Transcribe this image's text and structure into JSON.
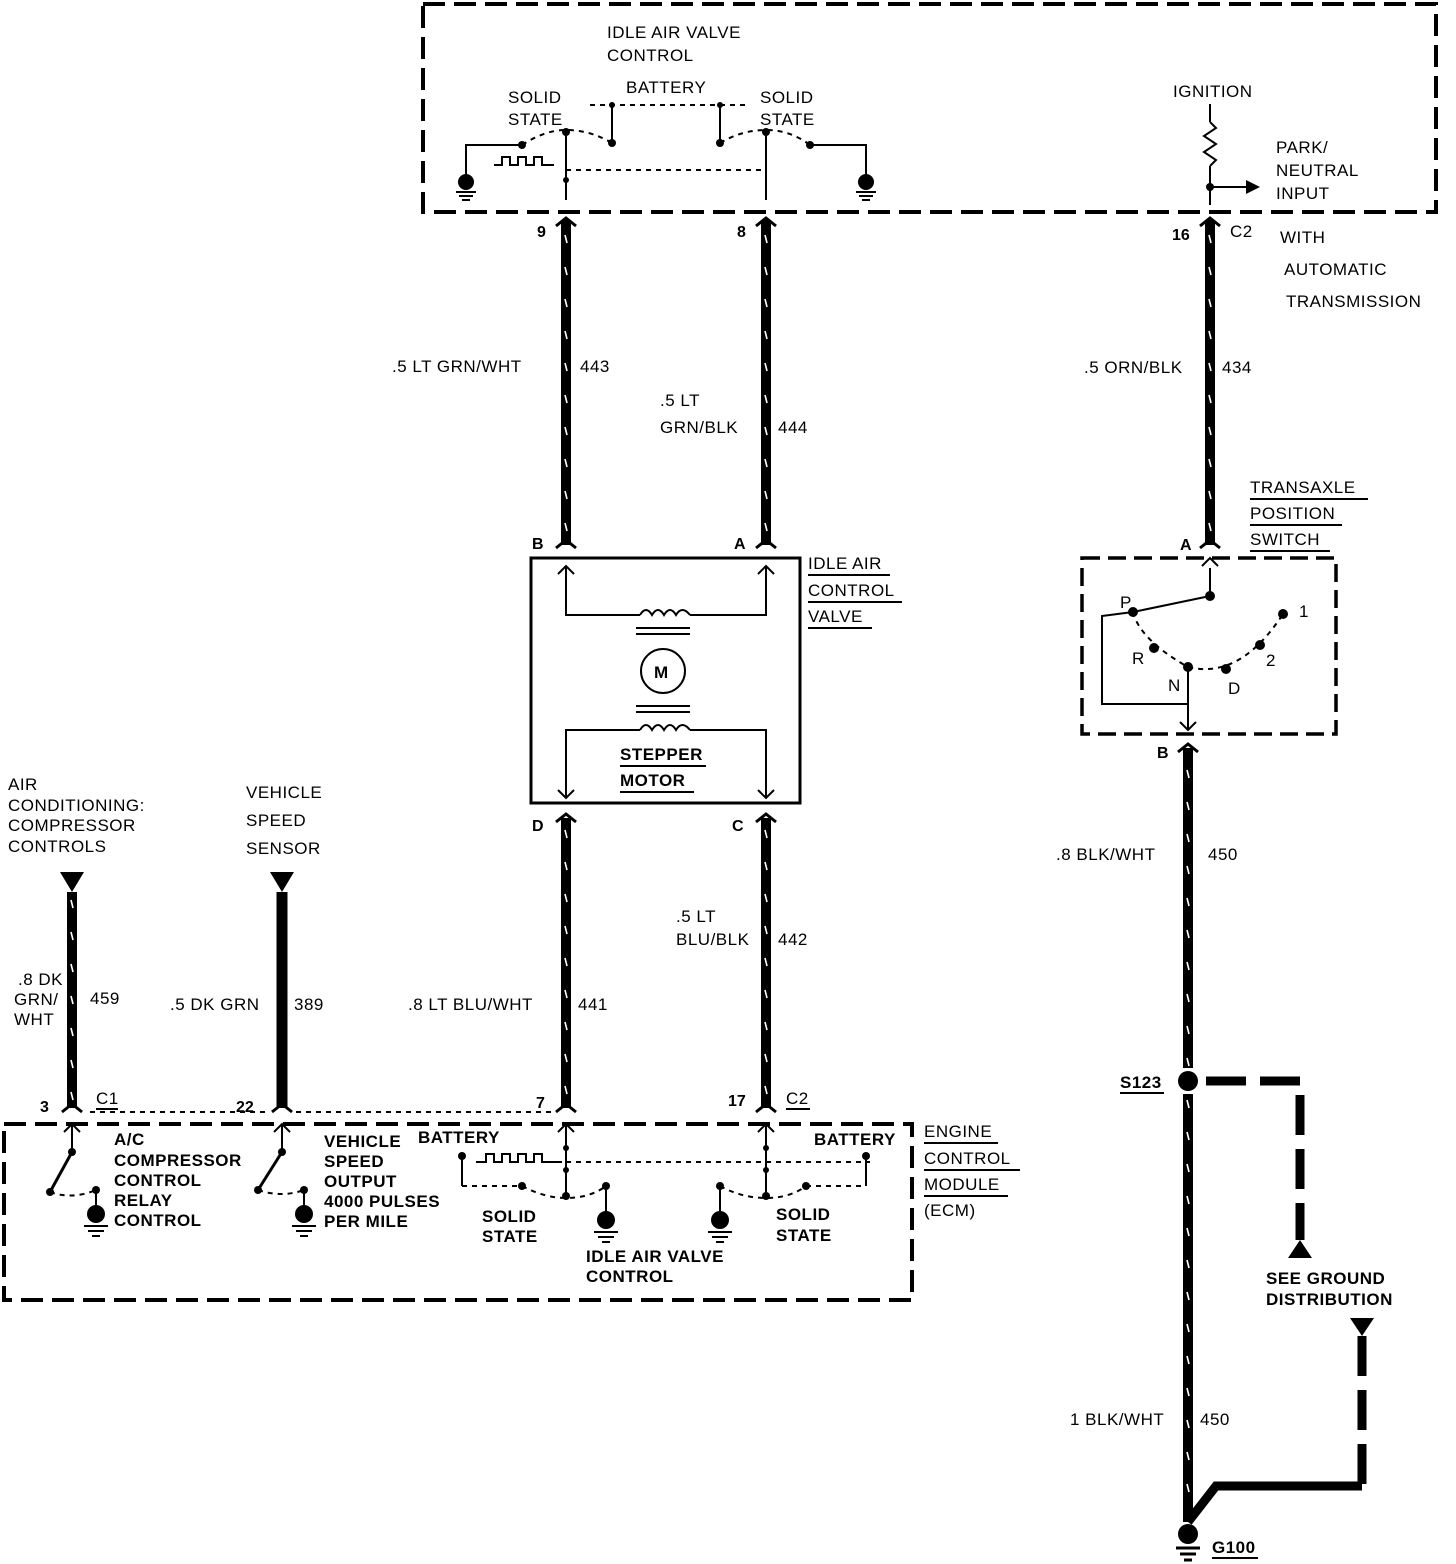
{
  "ecm_top": {
    "title_line1": "IDLE AIR VALVE",
    "title_line2": "CONTROL",
    "battery": "BATTERY",
    "solid_state_l1": "SOLID",
    "solid_state_l2": "STATE",
    "ignition": "IGNITION",
    "park_neutral_l1": "PARK/",
    "park_neutral_l2": "NEUTRAL",
    "park_neutral_l3": "INPUT",
    "with_auto_l1": "WITH",
    "with_auto_l2": "AUTOMATIC",
    "with_auto_l3": "TRANSMISSION"
  },
  "pins": {
    "p9": "9",
    "p8": "8",
    "p16": "16",
    "c2": "C2",
    "c1": "C1",
    "a": "A",
    "b": "B",
    "c": "C",
    "d": "D",
    "p3": "3",
    "p22": "22",
    "p7": "7",
    "p17": "17"
  },
  "wires": {
    "w443": ".5 LT GRN/WHT",
    "c443": "443",
    "w444a": ".5 LT",
    "w444b": "GRN/BLK",
    "c444": "444",
    "w434": ".5 ORN/BLK",
    "c434": "434",
    "w442a": ".5 LT",
    "w442b": "BLU/BLK",
    "c442": "442",
    "w441": ".8 LT BLU/WHT",
    "c441": "441",
    "w389": ".5 DK GRN",
    "c389": "389",
    "w459a": ".8 DK",
    "w459b": "GRN/",
    "w459c": "WHT",
    "c459": "459",
    "w450a": ".8 BLK/WHT",
    "c450a": "450",
    "w450b": "1 BLK/WHT",
    "c450b": "450"
  },
  "iac": {
    "l1": "IDLE AIR",
    "l2": "CONTROL",
    "l3": "VALVE",
    "motor": "M",
    "stepper1": "STEPPER",
    "stepper2": "MOTOR"
  },
  "transaxle": {
    "l1": "TRANSAXLE",
    "l2": "POSITION",
    "l3": "SWITCH",
    "p": "P",
    "r": "R",
    "n": "N",
    "d": "D",
    "two": "2",
    "one": "1"
  },
  "left": {
    "ac1": "AIR",
    "ac2": "CONDITIONING:",
    "ac3": "COMPRESSOR",
    "ac4": "CONTROLS",
    "vss1": "VEHICLE",
    "vss2": "SPEED",
    "vss3": "SENSOR"
  },
  "ecm_bottom": {
    "ac_relay1": "A/C",
    "ac_relay2": "COMPRESSOR",
    "ac_relay3": "CONTROL",
    "ac_relay4": "RELAY",
    "ac_relay5": "CONTROL",
    "vso1": "VEHICLE",
    "vso2": "SPEED",
    "vso3": "OUTPUT",
    "vso4": "4000 PULSES",
    "vso5": "PER MILE",
    "battery": "BATTERY",
    "solid1": "SOLID",
    "solid2": "STATE",
    "iavc1": "IDLE AIR VALVE",
    "iavc2": "CONTROL",
    "ecm1": "ENGINE",
    "ecm2": "CONTROL",
    "ecm3": "MODULE",
    "ecm4": "(ECM)"
  },
  "ground": {
    "splice": "S123",
    "see1": "SEE GROUND",
    "see2": "DISTRIBUTION",
    "g100": "G100"
  }
}
